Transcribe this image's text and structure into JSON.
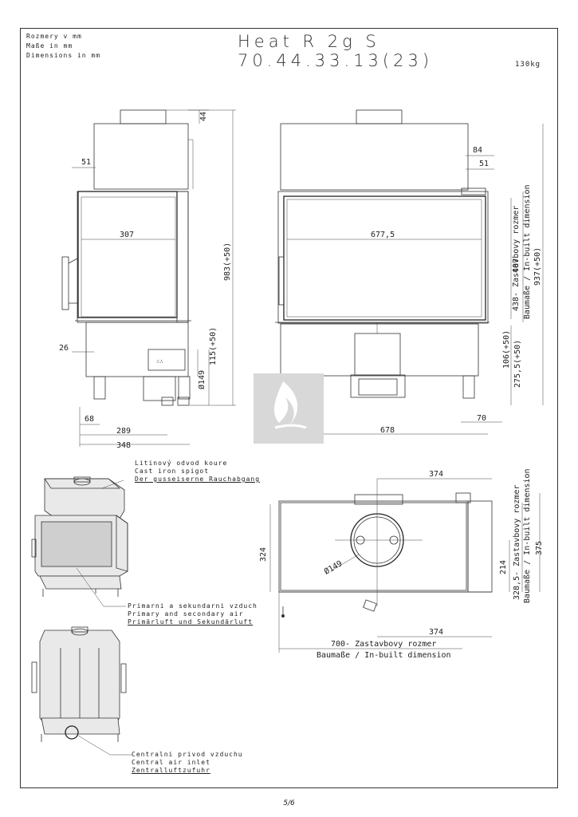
{
  "header": {
    "dims_label_cz": "Rozmery v mm",
    "dims_label_de": "Maße in mm",
    "dims_label_en": "Dimensions in mm",
    "model_title": "Heat R 2g S 70.44.33.13(23)",
    "weight": "130kg"
  },
  "dimensions": {
    "side_top_offset": "44",
    "side_left_offset": "51",
    "side_glass_width": "307",
    "side_height": "983(+50)",
    "side_air_inlet_height": "115(+50)",
    "side_inlet_diameter": "Ø149",
    "side_base_offset": "26",
    "side_foot_left": "68",
    "side_width_inner": "289",
    "side_width_total": "348",
    "front_top_84": "84",
    "front_top_51": "51",
    "front_glass_width": "677,5",
    "front_glass_height": "407",
    "front_height_438": "438- Zastavbovy rozmer",
    "front_height_438_line2": "Baumaße / In-built dimension",
    "front_total_height": "937(+50)",
    "front_leg_height_a": "106(+50)",
    "front_leg_height_b": "275,5(+50)",
    "front_foot_right": "70",
    "front_width_total": "678",
    "top_spigot_offset": "374",
    "top_depth": "324",
    "top_spigot_diameter": "Ø149",
    "top_inbuilt_side": "214",
    "top_inbuilt_side_b": "328,5- Zastavbovy rozmer",
    "top_inbuilt_side_b_line2": "Baumaße / In-built dimension",
    "top_depth_total": "375",
    "top_bottom_offset": "374",
    "top_width_inbuilt": "700- Zastavbovy rozmer",
    "top_width_inbuilt_line2": "Baumaße / In-built dimension"
  },
  "callouts": {
    "spigot": [
      "Litinový odvod koure",
      "Cast iron spigot",
      "Der gusseiserne Rauchabgang"
    ],
    "air": [
      "Primarni a sekundarni vzduch",
      "Primary and secondary air",
      "Primärluft und Sekundärluft"
    ],
    "central": [
      "Centralni privod vzduchu",
      "Central air inlet",
      "Zentralluftzufuhr"
    ]
  },
  "footer": {
    "page": "5/6"
  }
}
